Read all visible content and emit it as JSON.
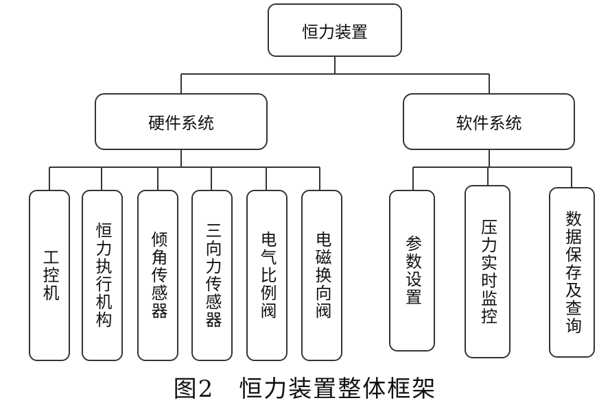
{
  "root": "恒力装置",
  "hardware": {
    "title": "硬件系统",
    "items": [
      "工控机",
      "恒力执行机构",
      "倾角传感器",
      "三向力传感器",
      "电气比例阀",
      "电磁换向阀"
    ]
  },
  "software": {
    "title": "软件系统",
    "items": [
      "参数设置",
      "压力实时监控",
      "数据保存及查询"
    ]
  },
  "caption": "图2　恒力装置整体框架"
}
